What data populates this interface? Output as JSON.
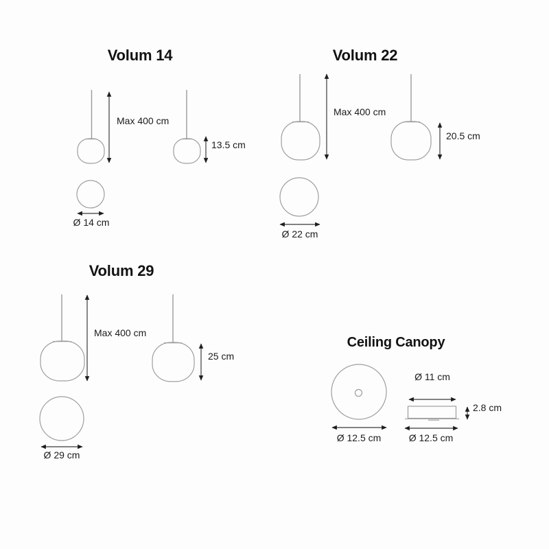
{
  "diagram": {
    "volum14": {
      "title": "Volum 14",
      "max_drop": "Max 400 cm",
      "shade_height": "13.5 cm",
      "diameter": "Ø 14 cm"
    },
    "volum22": {
      "title": "Volum 22",
      "max_drop": "Max 400 cm",
      "shade_height": "20.5 cm",
      "diameter": "Ø 22 cm"
    },
    "volum29": {
      "title": "Volum 29",
      "max_drop": "Max 400 cm",
      "shade_height": "25 cm",
      "diameter": "Ø 29 cm"
    },
    "canopy": {
      "title": "Ceiling Canopy",
      "top_view_diameter": "Ø 12.5 cm",
      "side_top_diameter": "Ø 11 cm",
      "side_height": "2.8 cm",
      "side_base_diameter": "Ø 12.5 cm"
    }
  },
  "colors": {
    "background": "#fdfdfd",
    "outline_gray": "#9e9e9e",
    "dimension_line": "#3a3a3a",
    "text": "#1b1b1b"
  }
}
